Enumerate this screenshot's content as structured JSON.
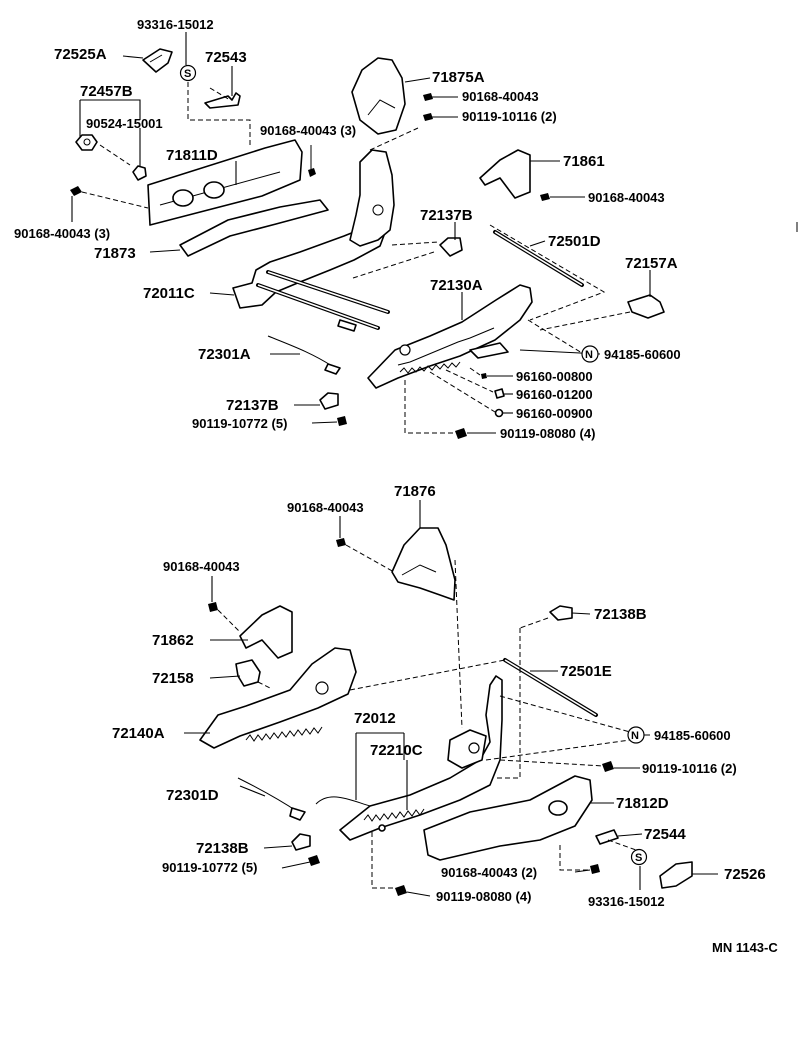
{
  "labels": {
    "p93316_15012_top": "93316-15012",
    "p72525A": "72525A",
    "p72543": "72543",
    "p72457B": "72457B",
    "p90524_15001": "90524-15001",
    "p90168_40043_3a": "90168-40043 (3)",
    "p71811D": "71811D",
    "p90168_40043_3b": "90168-40043 (3)",
    "p71873": "71873",
    "p72011C": "72011C",
    "p71875A": "71875A",
    "p90168_40043_a": "90168-40043",
    "p90119_10116_2a": "90119-10116 (2)",
    "p71861": "71861",
    "p90168_40043_b": "90168-40043",
    "p72137B_a": "72137B",
    "p72501D": "72501D",
    "p72157A": "72157A",
    "p72130A": "72130A",
    "p94185_60600_a": "94185-60600",
    "p96160_00800": "96160-00800",
    "p96160_01200": "96160-01200",
    "p96160_00900": "96160-00900",
    "p90119_08080_4a": "90119-08080 (4)",
    "p72301A": "72301A",
    "p72137B_b": "72137B",
    "p90119_10772_5a": "90119-10772 (5)",
    "p71876": "71876",
    "p90168_40043_c": "90168-40043",
    "p90168_40043_d": "90168-40043",
    "p71862": "71862",
    "p72158": "72158",
    "p72140A": "72140A",
    "p72138B_a": "72138B",
    "p72501E": "72501E",
    "p72012": "72012",
    "p72210C": "72210C",
    "p94185_60600_b": "94185-60600",
    "p90119_10116_2b": "90119-10116 (2)",
    "p72301D": "72301D",
    "p71812D": "71812D",
    "p72138B_b": "72138B",
    "p90119_10772_5b": "90119-10772 (5)",
    "p72544": "72544",
    "p90168_40043_2": "90168-40043 (2)",
    "p72526": "72526",
    "p93316_15012_bot": "93316-15012",
    "p90119_08080_4b": "90119-08080 (4)",
    "diagram_code": "MN 1143-C"
  },
  "symbols": {
    "s_top": "S",
    "s_bot": "S",
    "n_top": "N",
    "n_bot": "N"
  }
}
